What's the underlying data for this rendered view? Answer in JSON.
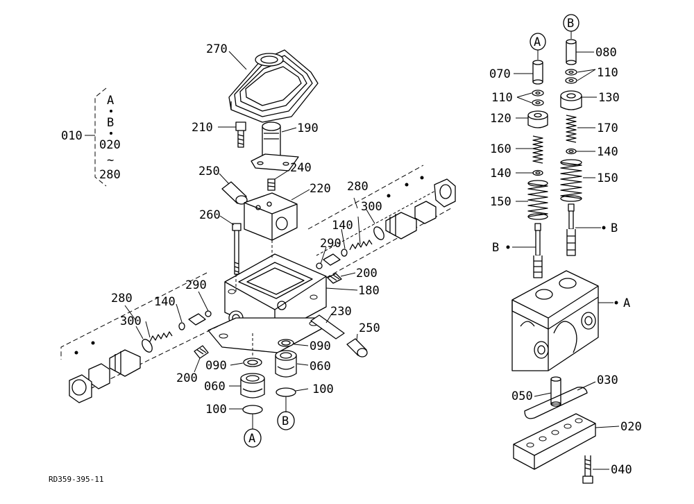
{
  "figure_code": "RD359-395-11",
  "assembly_group": {
    "label": "010",
    "lines": [
      "A",
      "B",
      "020",
      "~",
      "280"
    ]
  },
  "callouts": {
    "c010": "010",
    "c020": "020",
    "c030": "030",
    "c040": "040",
    "c050": "050",
    "c060a": "060",
    "c060b": "060",
    "c070": "070",
    "c080": "080",
    "c090a": "090",
    "c090b": "090",
    "c100a": "100",
    "c100b": "100",
    "c110a": "110",
    "c110b": "110",
    "c120": "120",
    "c130": "130",
    "c140a": "140",
    "c140b": "140",
    "c140c": "140",
    "c140d": "140",
    "c150a": "150",
    "c150b": "150",
    "c160": "160",
    "c170": "170",
    "c180": "180",
    "c190": "190",
    "c200a": "200",
    "c200b": "200",
    "c210": "210",
    "c220": "220",
    "c230": "230",
    "c240": "240",
    "c250a": "250",
    "c250b": "250",
    "c260": "260",
    "c270": "270",
    "c280a": "280",
    "c280b": "280",
    "c290a": "290",
    "c290b": "290",
    "c300a": "300",
    "c300b": "300"
  },
  "connectors": {
    "a_bottom": "A",
    "b_bottom": "B",
    "a_top": "A",
    "b_top": "B",
    "b_left": "B",
    "b_right": "B",
    "a_right": "A"
  }
}
